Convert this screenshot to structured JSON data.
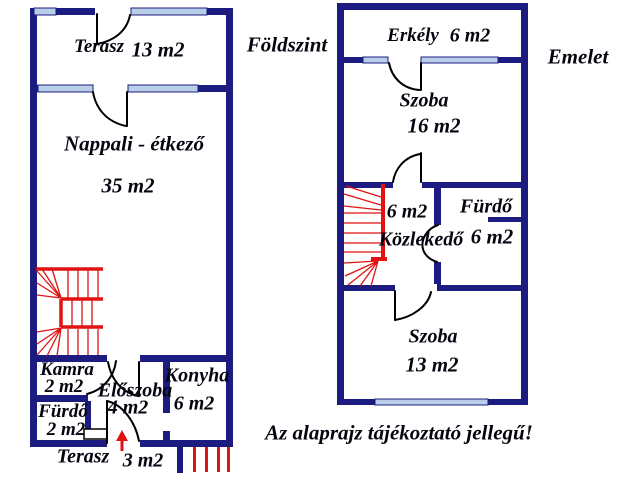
{
  "note": "Az alaprajz tájékoztató jellegű!",
  "ground": {
    "name": "Földszint",
    "rooms": {
      "terasz_top": {
        "label": "Terasz",
        "area": "13 m2"
      },
      "nappali": {
        "label": "Nappali - étkező",
        "area": "35 m2"
      },
      "kamra": {
        "label": "Kamra",
        "area": "2 m2"
      },
      "eloszoba": {
        "label": "Előszoba",
        "area": "4 m2"
      },
      "konyha": {
        "label": "Konyha",
        "area": "6 m2"
      },
      "furdo": {
        "label": "Fürdő",
        "area": "2 m2"
      },
      "terasz_bottom": {
        "label": "Terasz",
        "area": "3 m2"
      }
    }
  },
  "upper": {
    "name": "Emelet",
    "rooms": {
      "erkely": {
        "label": "Erkély",
        "area": "6 m2"
      },
      "szoba_nagy": {
        "label": "Szoba",
        "area": "16 m2"
      },
      "kozlekedo": {
        "label": "Közlekedő",
        "area": "6 m2"
      },
      "furdo": {
        "label": "Fürdő",
        "area": "6 m2"
      },
      "szoba_kis": {
        "label": "Szoba",
        "area": "13 m2"
      }
    }
  },
  "colors": {
    "wall": "#1b1b80",
    "window": "#b9cfe9",
    "stair": "#e01212",
    "door": "#000000",
    "background": "#ffffff"
  }
}
